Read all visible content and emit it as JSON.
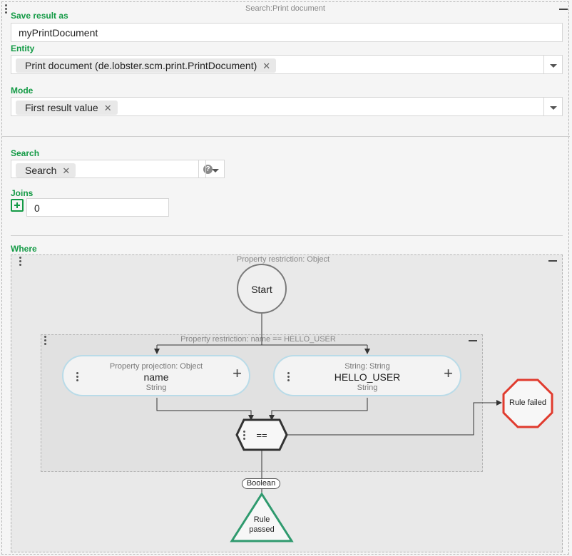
{
  "panel": {
    "title": "Search:Print document"
  },
  "save_result": {
    "label": "Save result as",
    "value": "myPrintDocument"
  },
  "entity": {
    "label": "Entity",
    "selected": "Print document (de.lobster.scm.print.PrintDocument)"
  },
  "mode": {
    "label": "Mode",
    "selected": "First result value"
  },
  "search": {
    "label": "Search",
    "selected": "Search",
    "help_icon": "?"
  },
  "joins": {
    "label": "Joins",
    "value": "0"
  },
  "where": {
    "label": "Where",
    "outer_title": "Property restriction: Object",
    "inner_title": "Property restriction: name == HELLO_USER",
    "start": "Start",
    "left_node": {
      "kind": "Property projection: Object",
      "name": "name",
      "type": "String"
    },
    "right_node": {
      "kind": "String: String",
      "name": "HELLO_USER",
      "type": "String"
    },
    "operator": "==",
    "result_type": "Boolean",
    "rule_failed": "Rule failed",
    "rule_passed_line1": "Rule",
    "rule_passed_line2": "passed"
  },
  "colors": {
    "accent_green": "#139a45",
    "failed_red": "#e03b2e",
    "passed_green": "#2f9a6e",
    "pill_border": "#b9dbe8"
  }
}
